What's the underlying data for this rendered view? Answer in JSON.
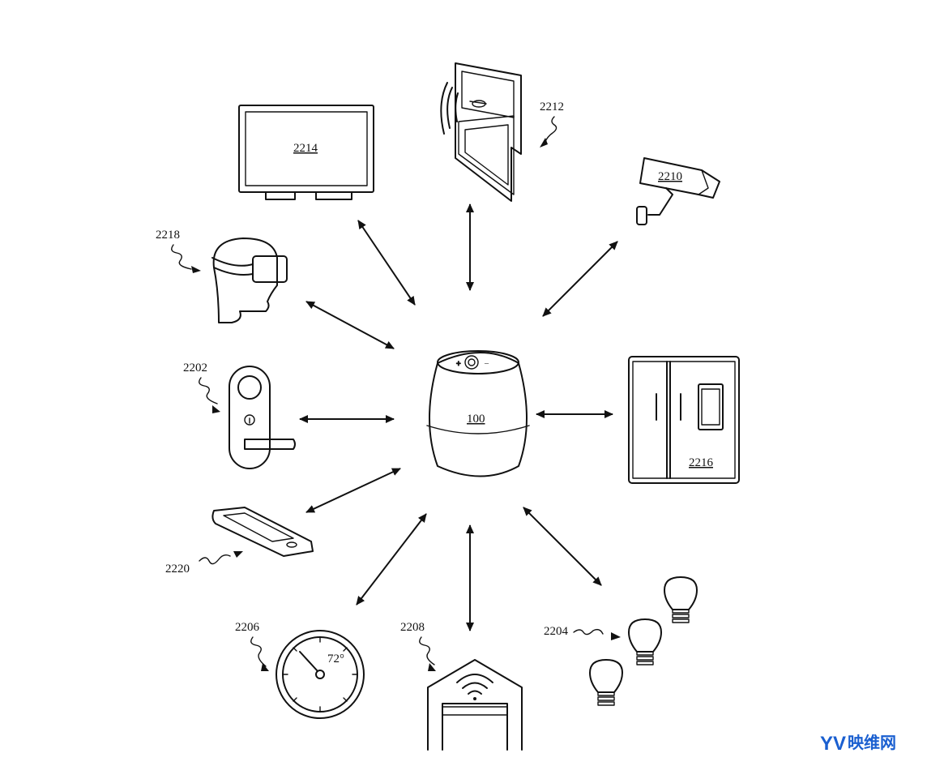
{
  "labels": {
    "hub": "100",
    "lock": "2202",
    "bulbs": "2204",
    "thermostat": "2206",
    "thermostat_temp": "72°",
    "garage": "2208",
    "camera": "2210",
    "window": "2212",
    "tv": "2214",
    "fridge": "2216",
    "headset": "2218",
    "phone": "2220"
  },
  "watermark": {
    "logo": "YV",
    "text": "映维网"
  }
}
